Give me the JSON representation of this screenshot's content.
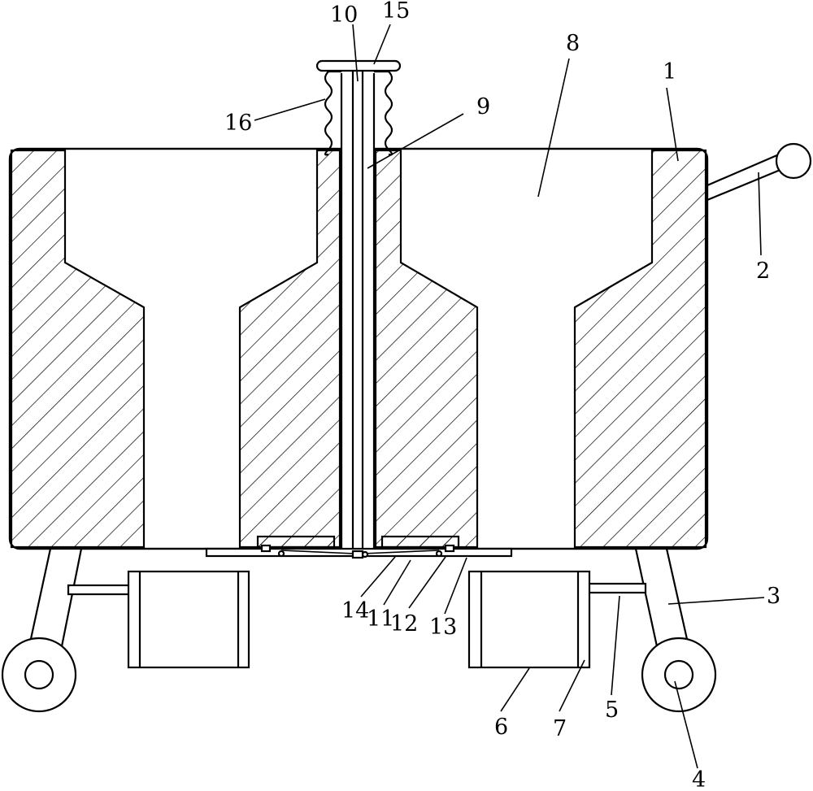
{
  "figure": {
    "part_labels": [
      {
        "id": "1",
        "text": "1"
      },
      {
        "id": "2",
        "text": "2"
      },
      {
        "id": "3",
        "text": "3"
      },
      {
        "id": "4",
        "text": "4"
      },
      {
        "id": "5",
        "text": "5"
      },
      {
        "id": "6",
        "text": "6"
      },
      {
        "id": "7",
        "text": "7"
      },
      {
        "id": "8",
        "text": "8"
      },
      {
        "id": "9",
        "text": "9"
      },
      {
        "id": "10",
        "text": "10"
      },
      {
        "id": "11",
        "text": "11"
      },
      {
        "id": "12",
        "text": "12"
      },
      {
        "id": "13",
        "text": "13"
      },
      {
        "id": "14",
        "text": "14"
      },
      {
        "id": "15",
        "text": "15"
      },
      {
        "id": "16",
        "text": "16"
      }
    ]
  }
}
